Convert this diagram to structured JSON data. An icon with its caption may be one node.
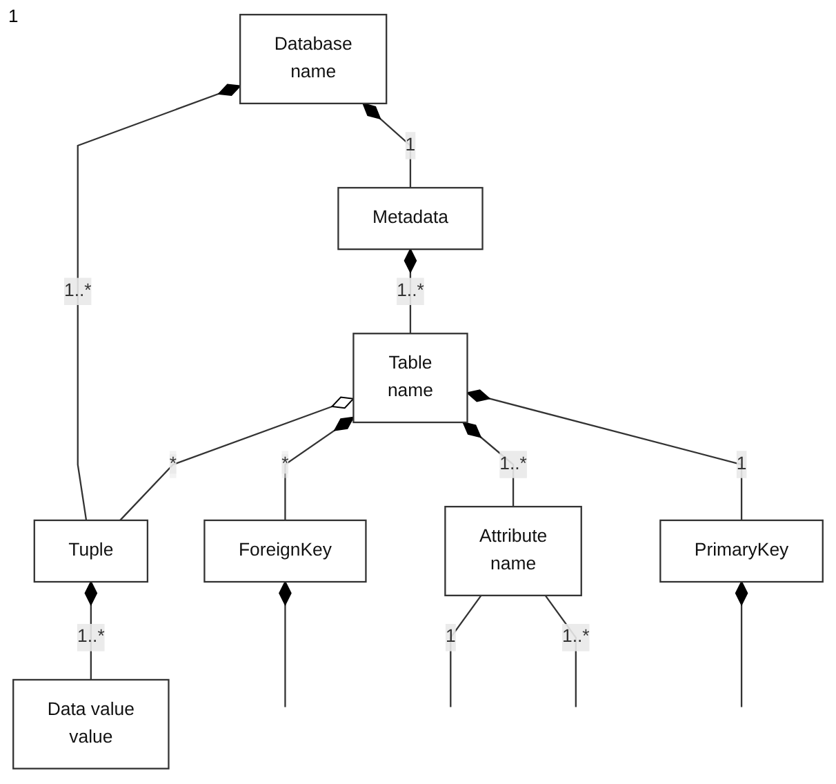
{
  "diagram": {
    "nodes": [
      {
        "text": [
          "Database",
          "name"
        ]
      },
      {
        "text": [
          "Metadata"
        ]
      },
      {
        "text": [
          "Tuple"
        ]
      },
      {
        "text": [
          "Table",
          "name"
        ]
      },
      {
        "text": [
          "Data value",
          "value"
        ]
      },
      {
        "text": [
          "ForeignKey"
        ]
      },
      {
        "text": [
          "Attribute",
          "name"
        ]
      },
      {
        "text": [
          "PrimaryKey"
        ]
      }
    ],
    "edges": [
      {
        "from": 0,
        "to": 1,
        "arrow": "other",
        "label": "1"
      },
      {
        "from": 0,
        "to": 2,
        "arrow": "other",
        "label": "1..*"
      },
      {
        "from": 1,
        "to": 3,
        "arrow": "other",
        "label": "1..*"
      },
      {
        "from": 3,
        "to": 2,
        "arrow": "other",
        "label": "*"
      },
      {
        "from": 2,
        "to": 4,
        "arrow": "other",
        "label": "1..*"
      },
      {
        "from": 3,
        "to": 5,
        "arrow": "other",
        "label": "*"
      },
      {
        "from": 3,
        "to": 6,
        "arrow": "other",
        "label": "1..*"
      },
      {
        "from": 3,
        "to": 7,
        "arrow": "other",
        "label": "1"
      },
      {
        "from": 5,
        "to": null,
        "arrow": "other"
      },
      {
        "from": 6,
        "to": null,
        "arrow": "none",
        "label": "1"
      },
      {
        "from": 6,
        "to": null,
        "arrow": "none",
        "label": "1..*"
      },
      {
        "from": 7,
        "to": null,
        "arrow": "other"
      }
    ],
    "labels": [
      "1"
    ]
  }
}
